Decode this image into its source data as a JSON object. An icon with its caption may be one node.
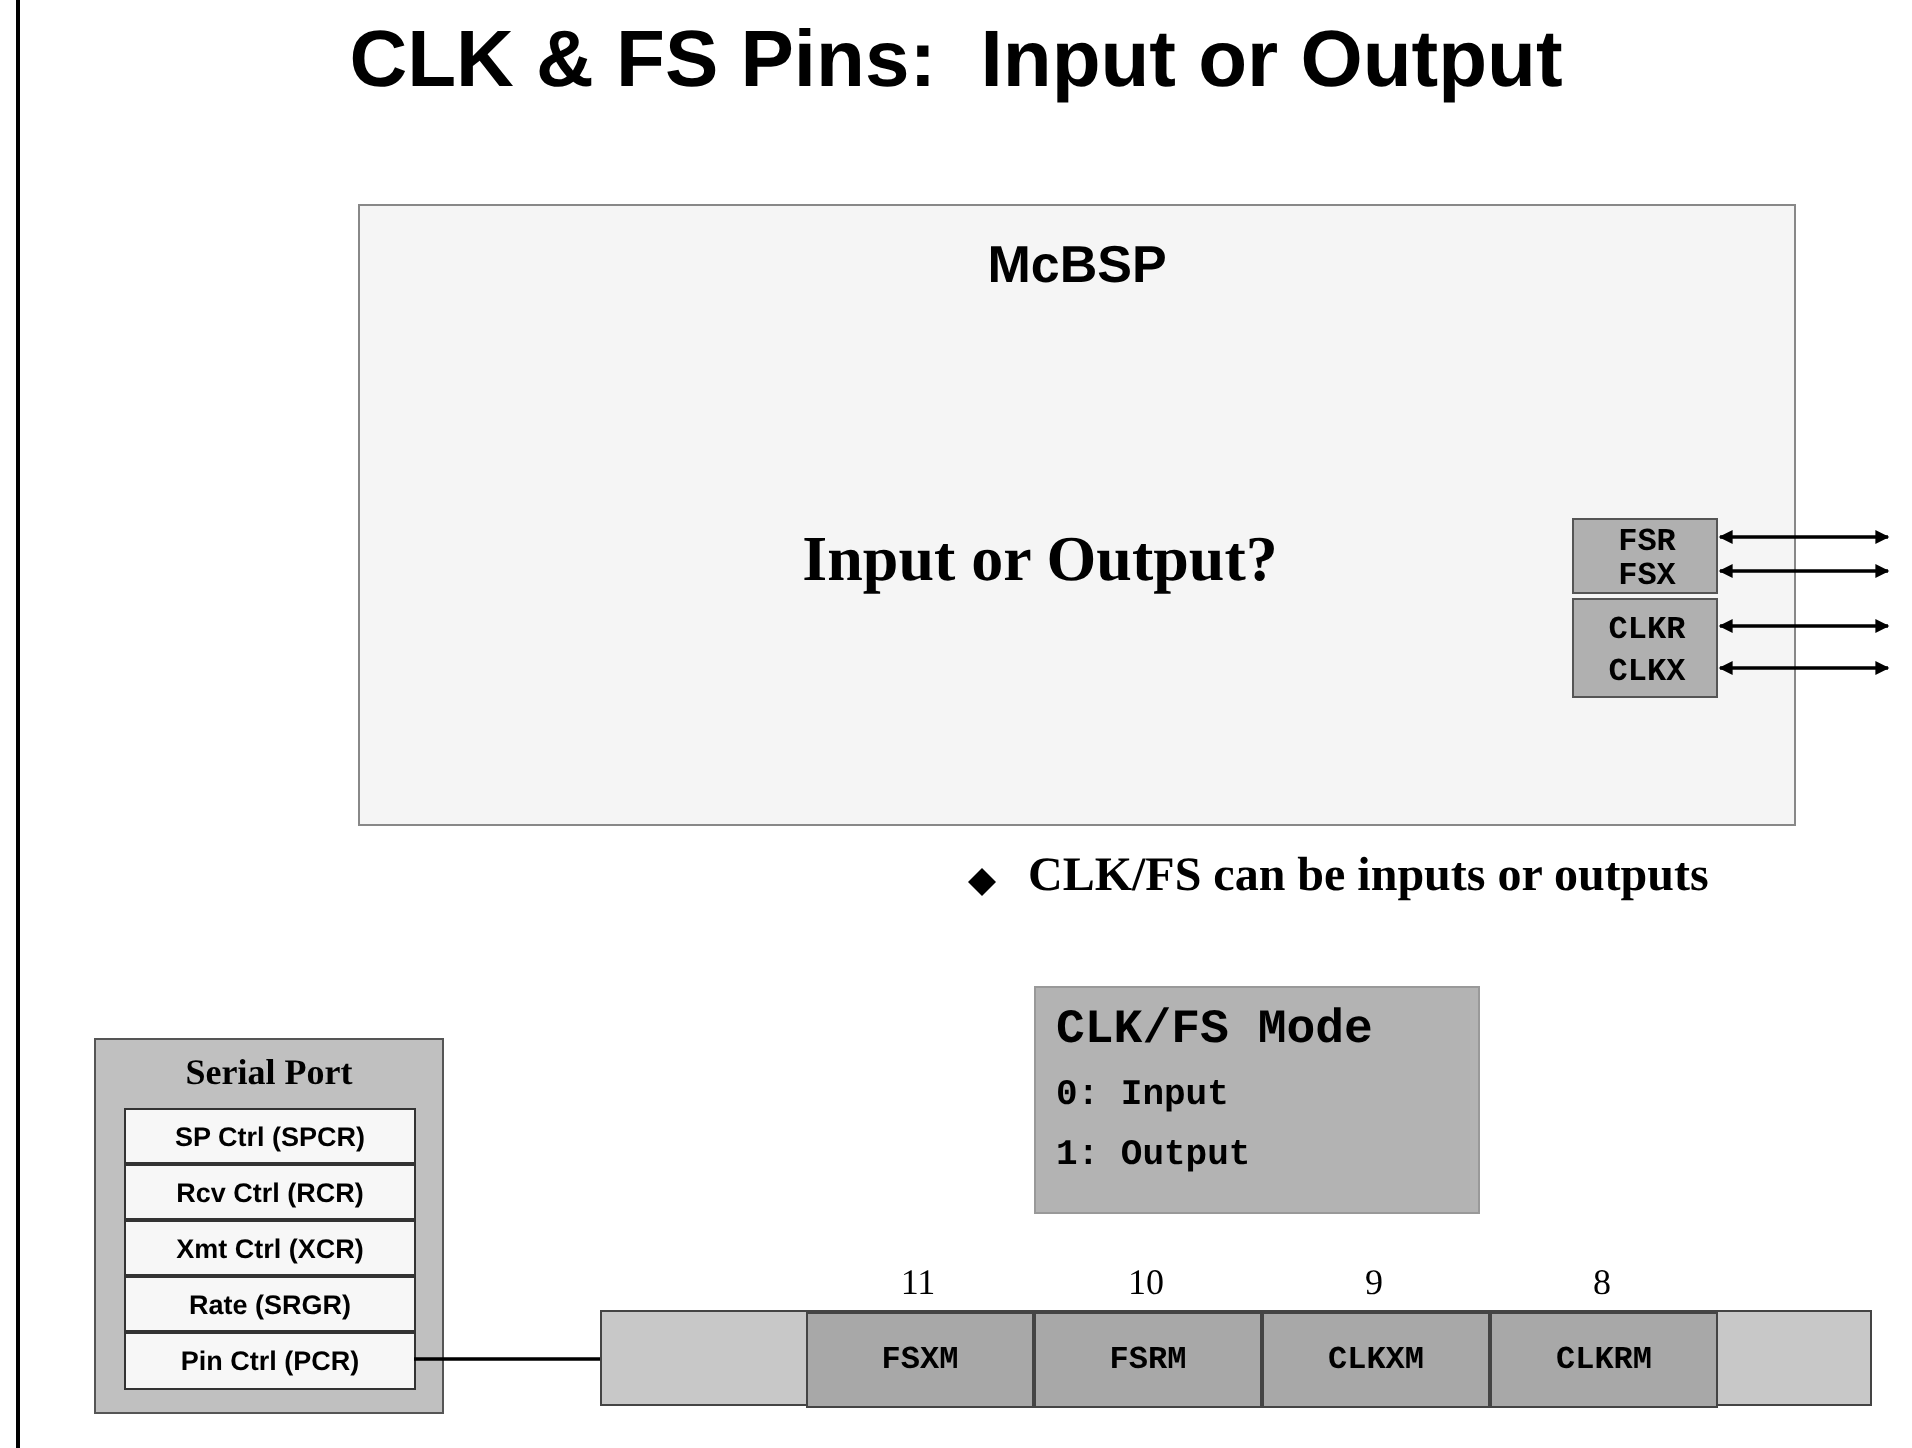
{
  "diagram": {
    "title": "CLK & FS Pins:  Input or Output",
    "nodes": [
      {
        "text": [
          "McBSP",
          "Input or Output?"
        ]
      },
      {
        "text": [],
        "shape": "box",
        "in": 0
      },
      {
        "text": [
          "FSR"
        ],
        "in": 1
      },
      {
        "text": [
          "FSX"
        ],
        "in": 1
      },
      {
        "text": [],
        "shape": "box",
        "in": 0
      },
      {
        "text": [
          "CLKR"
        ],
        "in": 4
      },
      {
        "text": [
          "CLKX"
        ],
        "in": 4
      },
      {
        "text": [
          "CLK/FS Mode",
          "0: Input",
          "1: Output"
        ]
      },
      {
        "text": [
          "Serial Port"
        ]
      },
      {
        "text": [
          "SP Ctrl (SPCR)"
        ],
        "in": 8
      },
      {
        "text": [
          "Rcv Ctrl (RCR)"
        ],
        "in": 8
      },
      {
        "text": [
          "Xmt Ctrl (XCR)"
        ],
        "in": 8
      },
      {
        "text": [
          "Rate (SRGR)"
        ],
        "in": 8
      },
      {
        "text": [
          "Pin Ctrl (PCR)"
        ],
        "in": 8
      },
      {
        "text": [],
        "shape": "bar"
      },
      {
        "text": [
          "FSXM"
        ],
        "in": 14,
        "beside": [
          "11"
        ]
      },
      {
        "text": [
          "FSRM"
        ],
        "in": 14,
        "beside": [
          "10"
        ]
      },
      {
        "text": [
          "CLKXM"
        ],
        "in": 14,
        "beside": [
          "9"
        ]
      },
      {
        "text": [
          "CLKRM"
        ],
        "in": 14,
        "beside": [
          "8"
        ]
      }
    ],
    "edges": [
      {
        "from": 2,
        "to": null,
        "arrow": "both"
      },
      {
        "from": 3,
        "to": null,
        "arrow": "both"
      },
      {
        "from": 5,
        "to": null,
        "arrow": "both"
      },
      {
        "from": 6,
        "to": null,
        "arrow": "both"
      },
      {
        "from": 13,
        "to": 14,
        "arrow": "none"
      }
    ],
    "labels": [
      "CLK/FS can be inputs or outputs"
    ]
  }
}
